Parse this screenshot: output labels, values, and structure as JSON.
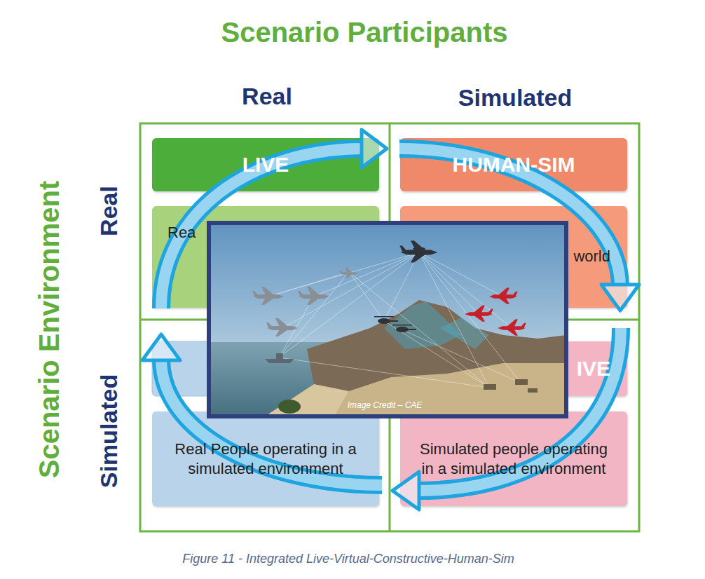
{
  "diagram": {
    "title": "Scenario Participants",
    "caption": "Figure 11 - Integrated Live-Virtual-Constructive-Human-Sim",
    "nodes": [
      {
        "text": [
          "LIVE"
        ]
      },
      {
        "text": [
          "Rea"
        ]
      },
      {
        "text": [
          "HUMAN-SIM"
        ]
      },
      {
        "text": [
          "world"
        ]
      },
      {
        "text": [
          "IVE"
        ]
      },
      {
        "text": [
          "Real People operating in a simulated environment"
        ]
      },
      {
        "text": [
          "Simulated people operating in a simulated environment"
        ]
      }
    ],
    "labels": [
      "Real",
      "Simulated",
      "Scenario Environment",
      "Real",
      "Simulated",
      "Image Credit – CAE"
    ]
  }
}
